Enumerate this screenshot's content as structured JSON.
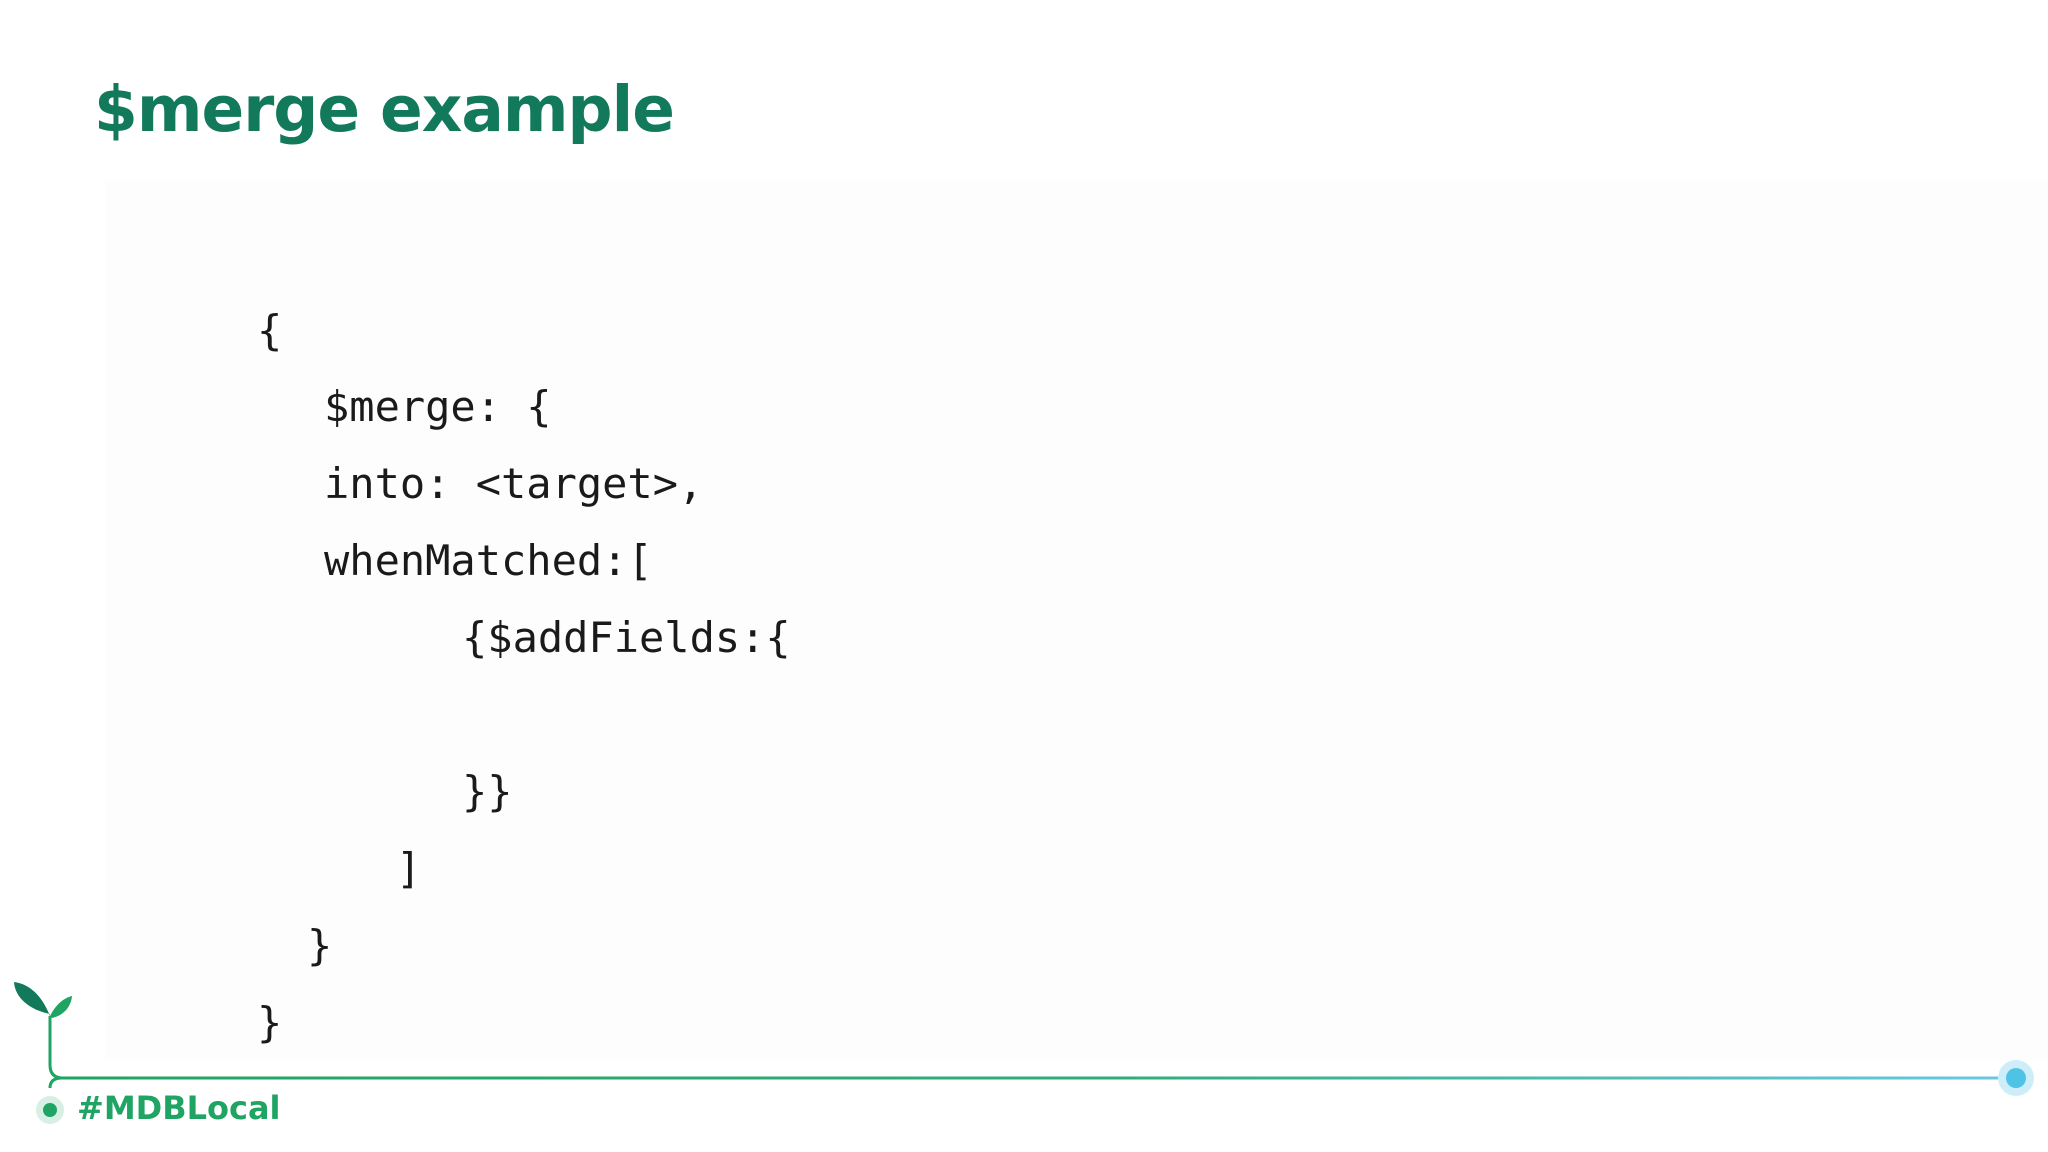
{
  "slide": {
    "title": "$merge example",
    "code_lines": [
      "{",
      "$merge: {",
      "into: <target>,",
      "whenMatched:[",
      "{$addFields:{",
      "}}",
      "]",
      "}",
      "}"
    ],
    "footer_hashtag": "#MDBLocal"
  },
  "colors": {
    "title": "#13795b",
    "accent_green": "#1fa463",
    "accent_blue": "#4fc3e6",
    "code_text": "#1a1a1a"
  },
  "icons": [
    "sprout-icon",
    "timeline-end-dot-icon",
    "timeline-start-dot-icon"
  ]
}
